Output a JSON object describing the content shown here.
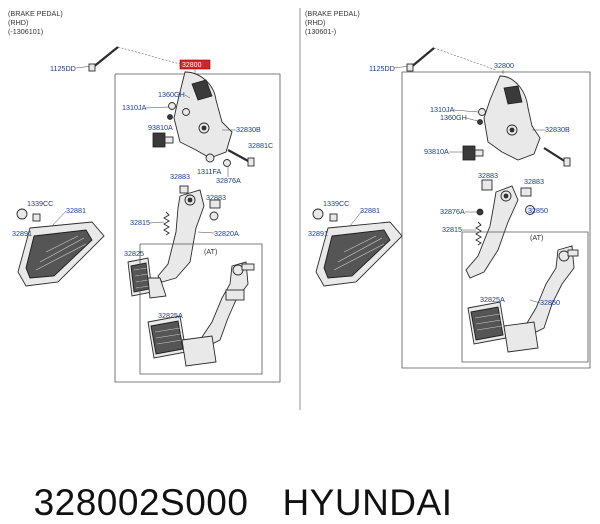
{
  "left_panel": {
    "header": [
      "(BRAKE PEDAL)",
      "(RHD)",
      "(-1306101)"
    ],
    "labels": {
      "bolt": "1125DD",
      "assy": "32800",
      "gh": "1360GH",
      "ja": "1310JA",
      "sw": "93810A",
      "b30": "32830B",
      "c81": "32881C",
      "fa": "1311FA",
      "a76": "32876A",
      "p83": "32883",
      "p83b": "32883",
      "sp": "32815",
      "a20": "32820A",
      "cc": "1339CC",
      "p81": "32881",
      "p91": "32891",
      "p25": "32825",
      "at": "(AT)",
      "a25": "32825A"
    }
  },
  "right_panel": {
    "header": [
      "(BRAKE PEDAL)",
      "(RHD)",
      "(130601-)"
    ],
    "labels": {
      "bolt": "1125DD",
      "assy": "32800",
      "ja": "1310JA",
      "gh": "1360GH",
      "b30": "32830B",
      "sw": "93810A",
      "p83a": "32883",
      "p83b": "32883",
      "a76": "32876A",
      "p50": "32850",
      "sp": "32815",
      "cc": "1339CC",
      "p81": "32881",
      "p91": "32891",
      "at": "(AT)",
      "a25": "32825A",
      "p50b": "32850"
    }
  },
  "caption": {
    "part_number": "328002S000",
    "brand": "HYUNDAI"
  }
}
